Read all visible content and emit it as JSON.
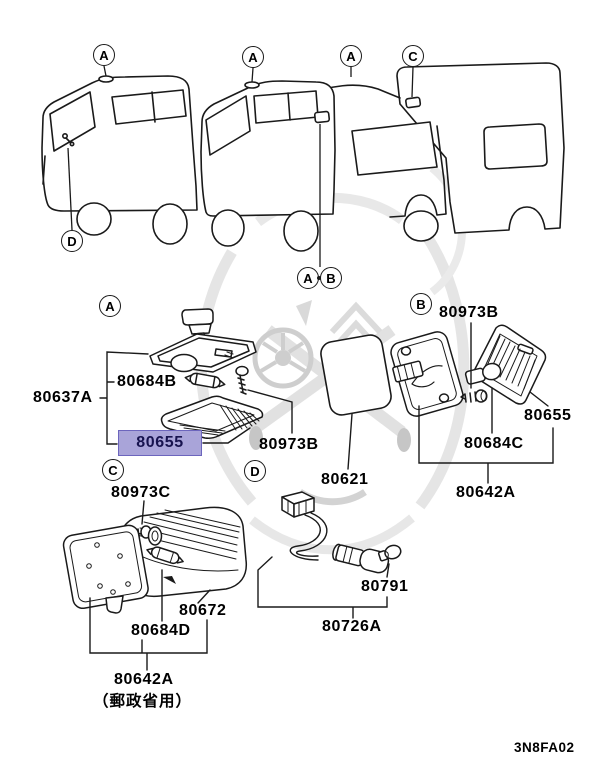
{
  "diagram_code": "3N8FA02",
  "highlight": {
    "part": "80655",
    "background": "#a9a4d9",
    "border": "#6c65bd",
    "text_color": "#17134f"
  },
  "van_callouts": {
    "a1": "A",
    "a2": "A",
    "a3": "A",
    "c": "C",
    "d": "D",
    "ab_a": "A",
    "ab_b": "B"
  },
  "sections": {
    "a": {
      "callout": "A",
      "bracket_total": "80637A",
      "bulb": "80684B",
      "lens": "80655",
      "screw": "80973B"
    },
    "b": {
      "callout": "B",
      "screw": "80973B",
      "lens": "80655",
      "bulb": "80684C",
      "assembly": "80642A"
    },
    "c": {
      "callout": "C",
      "screw": "80973C",
      "housing": "80672",
      "bulb": "80684D",
      "assembly": "80642A",
      "note": "（郵政省用）"
    },
    "d": {
      "callout": "D",
      "harness": "80726A",
      "bulb": "80791"
    },
    "standalone": {
      "lamp": "80621"
    }
  }
}
